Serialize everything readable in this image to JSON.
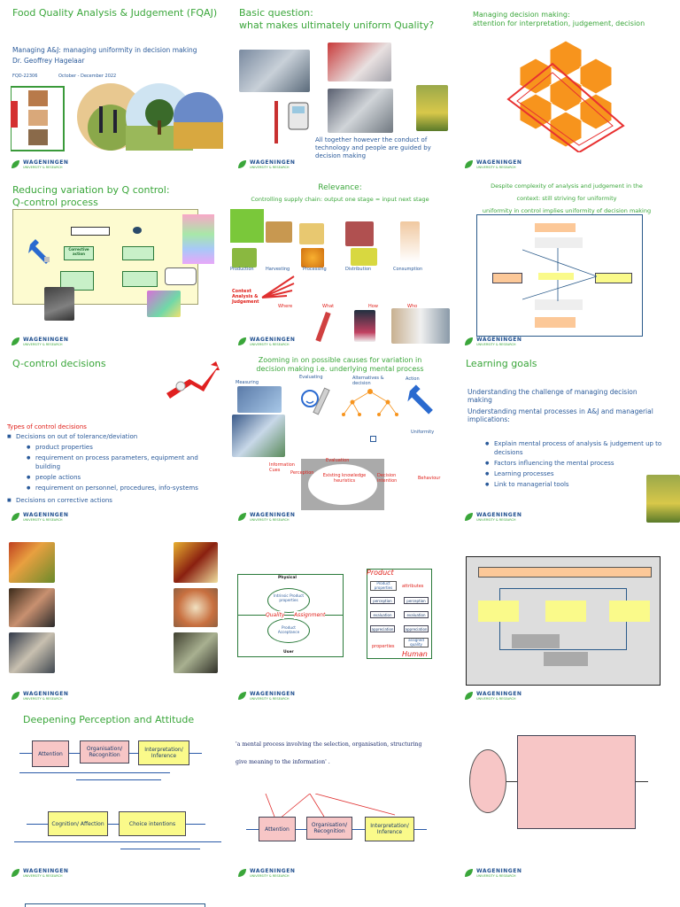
{
  "s1": {
    "title": "Food Quality Analysis & Judgement (FQAJ)",
    "subtitle": "Managing A&J: managing uniformity in decision making",
    "author": "Dr. Geoffrey Hagelaar",
    "code": "FQD-22306",
    "period": "October - December 2022"
  },
  "s2": {
    "title_line1": "Basic question:",
    "title_line2": "what makes ultimately uniform Quality?",
    "caption": "All together however the conduct of technology and people are guided by decision making"
  },
  "s3": {
    "title_line1": "Managing decision making:",
    "title_line2": "attention for interpretation, judgement, decision"
  },
  "s4": {
    "title_line1": "Reducing variation by Q control:",
    "title_line2": "Q-control process",
    "corrective": "Corrective action"
  },
  "s5": {
    "title": "Relevance:",
    "subtitle": "Controlling supply chain: output one stage = input next stage",
    "stages": [
      "Production",
      "Harvesting",
      "Processing",
      "Distribution",
      "Consumption"
    ],
    "context": "Context Analysis & Judgement",
    "questions": [
      "Where",
      "What",
      "How",
      "Who"
    ]
  },
  "s6": {
    "line1": "Despite complexity of analysis and judgement in the",
    "line2": "context: still striving for uniformity",
    "line3": "uniformity in control implies uniformity of decision making"
  },
  "s7": {
    "title": "Q-control decisions",
    "types_heading": "Types of control decisions",
    "bullet1": "Decisions on out of tolerance/deviation",
    "sub1": "product properties",
    "sub2": "requirement on process parameters, equipment and building",
    "sub3": "people actions",
    "sub4": "requirement on personnel, procedures, info-systems",
    "bullet2": "Decisions on corrective actions"
  },
  "s8": {
    "title_line1": "Zooming in on possible causes for variation in",
    "title_line2": "decision making i.e. underlying mental process",
    "measuring": "Measuring",
    "evaluating": "Evaluating",
    "alternatives": "Alternatives & decision",
    "action": "Action",
    "uniformity": "Uniformity",
    "info_cues": "Information Cues",
    "perception": "Perception",
    "evaluation": "Evaluation",
    "knowledge": "Existing knowledge heuristics",
    "intention": "Decision intention",
    "behaviour": "Behaviour"
  },
  "s9": {
    "title": "Learning goals",
    "p1": "Understanding the challenge of managing decision making",
    "p2": "Understanding mental processes in A&J and managerial implications:",
    "b1": "Explain mental process of analysis & judgement up to decisions",
    "b2": "Factors influencing the mental process",
    "b3": "Learning processes",
    "b4": "Link to managerial tools"
  },
  "s11": {
    "physical": "Physical",
    "quality": "Quality",
    "assignment": "Assignment",
    "user": "User",
    "intrinsic": "Intrinsic Product properties",
    "acceptance": "Product Acceptance",
    "product": "Product",
    "human": "Human",
    "attributes": "attributes",
    "properties": "properties",
    "rows": [
      "perception",
      "evaluation",
      "appreciation"
    ],
    "pp": "Product properties",
    "aq": "assigned quality"
  },
  "s13": {
    "title": "Deepening Perception and Attitude",
    "attention": "Attention",
    "organisation": "Organisation/ Recognition",
    "interpretation": "Interpretation/ Inference",
    "cognition": "Cognition/ Affection",
    "choice": "Choice intentions"
  },
  "s14": {
    "quote1": "'a mental process involving the selection, organisation, structuring",
    "quote2": "give meaning to the information' .",
    "attention": "Attention",
    "organisation": "Organisation/ Recognition",
    "interpretation": "Interpretation/ Inference"
  },
  "logo": {
    "name": "WAGENINGEN",
    "sub": "UNIVERSITY & RESEARCH"
  }
}
